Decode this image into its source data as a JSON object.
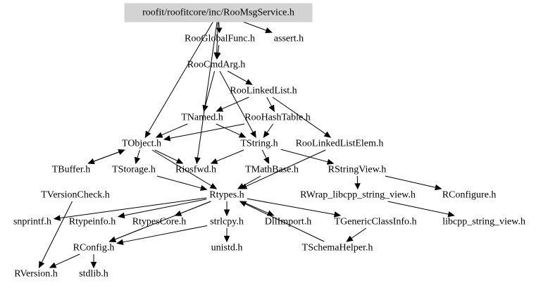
{
  "graph": {
    "root": "roofit/roofitcore/inc/RooMsgService.h",
    "colors": {
      "root_fill": "#d3d3d3",
      "edge": "#000000",
      "text": "#000000",
      "background": "#ffffff"
    },
    "nodes": [
      {
        "id": "root",
        "label": "roofit/roofitcore/inc/RooMsgService.h"
      },
      {
        "id": "RooGlobalFunc",
        "label": "RooGlobalFunc.h"
      },
      {
        "id": "assert",
        "label": "assert.h"
      },
      {
        "id": "RooCmdArg",
        "label": "RooCmdArg.h"
      },
      {
        "id": "RooLinkedList",
        "label": "RooLinkedList.h"
      },
      {
        "id": "TNamed",
        "label": "TNamed.h"
      },
      {
        "id": "RooHashTable",
        "label": "RooHashTable.h"
      },
      {
        "id": "TObject",
        "label": "TObject.h"
      },
      {
        "id": "TString",
        "label": "TString.h"
      },
      {
        "id": "RooLinkedListElem",
        "label": "RooLinkedListElem.h"
      },
      {
        "id": "TBuffer",
        "label": "TBuffer.h"
      },
      {
        "id": "TStorage",
        "label": "TStorage.h"
      },
      {
        "id": "Riosfwd",
        "label": "Riosfwd.h"
      },
      {
        "id": "TMathBase",
        "label": "TMathBase.h"
      },
      {
        "id": "RStringView",
        "label": "RStringView.h"
      },
      {
        "id": "TVersionCheck",
        "label": "TVersionCheck.h"
      },
      {
        "id": "Rtypes",
        "label": "Rtypes.h"
      },
      {
        "id": "RWrap",
        "label": "RWrap_libcpp_string_view.h"
      },
      {
        "id": "RConfigure",
        "label": "RConfigure.h"
      },
      {
        "id": "snprintf",
        "label": "snprintf.h"
      },
      {
        "id": "Rtypeinfo",
        "label": "Rtypeinfo.h"
      },
      {
        "id": "RtypesCore",
        "label": "RtypesCore.h"
      },
      {
        "id": "strlcpy",
        "label": "strlcpy.h"
      },
      {
        "id": "DllImport",
        "label": "DllImport.h"
      },
      {
        "id": "TGenericClassInfo",
        "label": "TGenericClassInfo.h"
      },
      {
        "id": "libcpp_sv",
        "label": "libcpp_string_view.h"
      },
      {
        "id": "RConfig",
        "label": "RConfig.h"
      },
      {
        "id": "unistd",
        "label": "unistd.h"
      },
      {
        "id": "TSchemaHelper",
        "label": "TSchemaHelper.h"
      },
      {
        "id": "RVersion",
        "label": "RVersion.h"
      },
      {
        "id": "stdlib",
        "label": "stdlib.h"
      }
    ],
    "edges": [
      [
        "root",
        "RooGlobalFunc"
      ],
      [
        "root",
        "assert"
      ],
      [
        "root",
        "RooCmdArg"
      ],
      [
        "root",
        "TObject"
      ],
      [
        "root",
        "Riosfwd"
      ],
      [
        "RooGlobalFunc",
        "RooCmdArg"
      ],
      [
        "RooCmdArg",
        "TNamed"
      ],
      [
        "RooCmdArg",
        "RooLinkedList"
      ],
      [
        "RooCmdArg",
        "TString"
      ],
      [
        "RooLinkedList",
        "TNamed"
      ],
      [
        "RooLinkedList",
        "RooHashTable"
      ],
      [
        "RooLinkedList",
        "RooLinkedListElem"
      ],
      [
        "TNamed",
        "TObject"
      ],
      [
        "TNamed",
        "TString"
      ],
      [
        "RooHashTable",
        "TObject"
      ],
      [
        "RooHashTable",
        "TString"
      ],
      [
        "TObject",
        "TBuffer"
      ],
      [
        "TObject",
        "TStorage"
      ],
      [
        "TObject",
        "Riosfwd"
      ],
      [
        "TObject",
        "Rtypes"
      ],
      [
        "TBuffer",
        "TObject"
      ],
      [
        "TStorage",
        "Rtypes"
      ],
      [
        "TString",
        "Riosfwd"
      ],
      [
        "TString",
        "TMathBase"
      ],
      [
        "TString",
        "RStringView"
      ],
      [
        "RooLinkedListElem",
        "Rtypes"
      ],
      [
        "TMathBase",
        "Rtypes"
      ],
      [
        "RStringView",
        "RWrap"
      ],
      [
        "RStringView",
        "RConfigure"
      ],
      [
        "RWrap",
        "libcpp_sv"
      ],
      [
        "TVersionCheck",
        "RVersion"
      ],
      [
        "Rtypes",
        "snprintf"
      ],
      [
        "Rtypes",
        "Rtypeinfo"
      ],
      [
        "Rtypes",
        "RtypesCore"
      ],
      [
        "Rtypes",
        "strlcpy"
      ],
      [
        "Rtypes",
        "DllImport"
      ],
      [
        "Rtypes",
        "TGenericClassInfo"
      ],
      [
        "Rtypes",
        "RConfig"
      ],
      [
        "RtypesCore",
        "RConfig"
      ],
      [
        "strlcpy",
        "RConfig"
      ],
      [
        "strlcpy",
        "unistd"
      ],
      [
        "TGenericClassInfo",
        "TSchemaHelper"
      ],
      [
        "TSchemaHelper",
        "Rtypes"
      ],
      [
        "RConfig",
        "RVersion"
      ],
      [
        "RConfig",
        "stdlib"
      ]
    ]
  }
}
